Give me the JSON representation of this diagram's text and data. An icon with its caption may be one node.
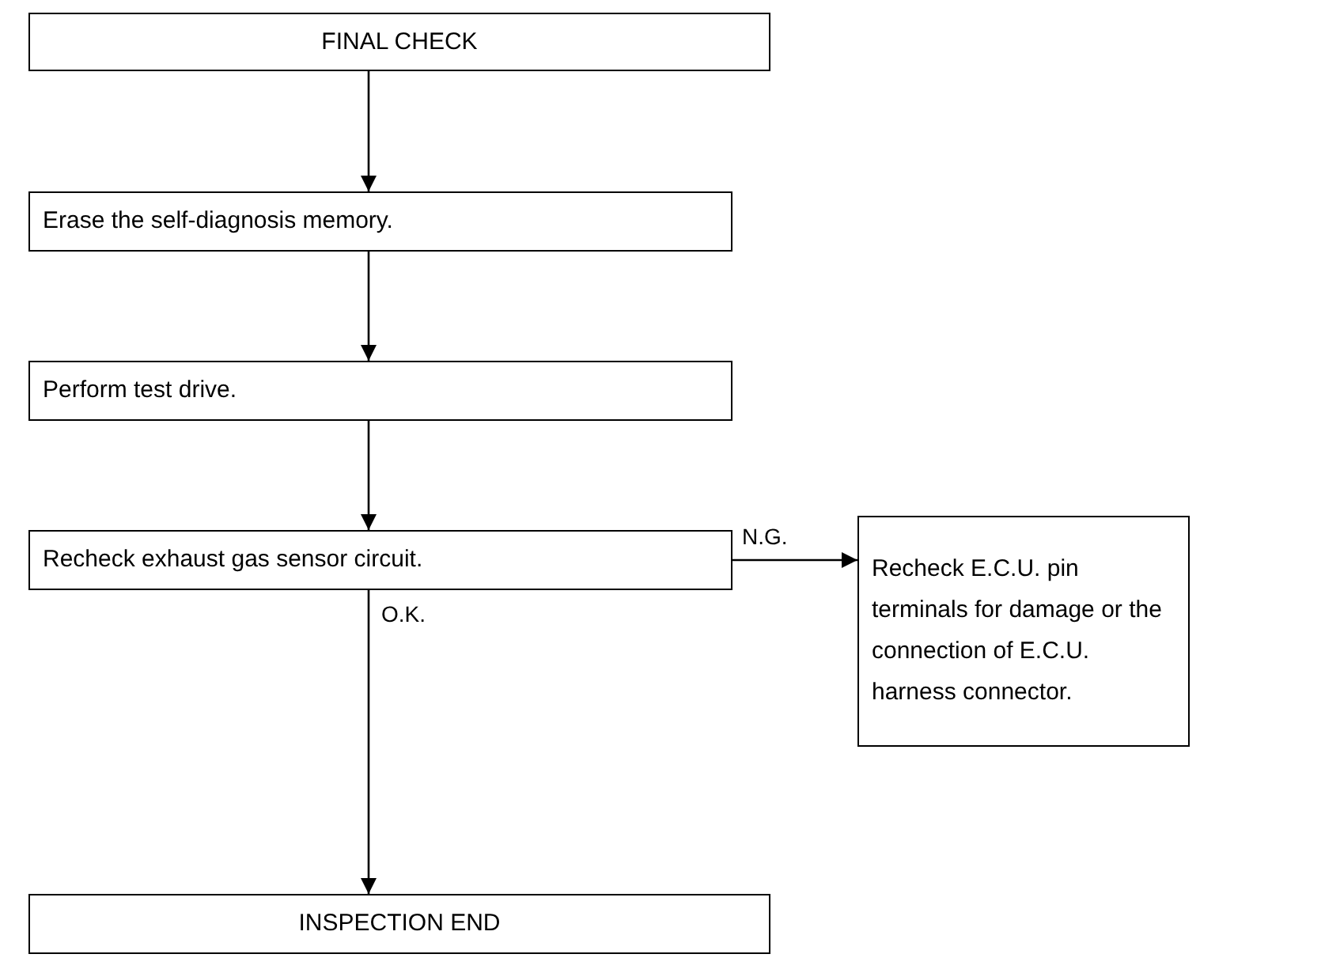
{
  "diagram": {
    "nodes": [
      {
        "text": [
          "FINAL CHECK"
        ]
      },
      {
        "text": [
          "Erase the self-diagnosis memory."
        ]
      },
      {
        "text": [
          "Perform test drive."
        ]
      },
      {
        "text": [
          "Recheck exhaust gas sensor circuit."
        ]
      },
      {
        "text": [
          "Recheck E.C.U. pin terminals for damage or the connection of E.C.U. harness connector."
        ]
      },
      {
        "text": [
          "INSPECTION END"
        ]
      }
    ],
    "edges": [
      {
        "from": 0,
        "to": 1,
        "arrow": "to"
      },
      {
        "from": 1,
        "to": 2,
        "arrow": "to"
      },
      {
        "from": 2,
        "to": 3,
        "arrow": "to"
      },
      {
        "from": 3,
        "to": 4,
        "arrow": "to",
        "label": "N.G."
      },
      {
        "from": 3,
        "to": 5,
        "arrow": "to",
        "label": "O.K."
      }
    ]
  }
}
